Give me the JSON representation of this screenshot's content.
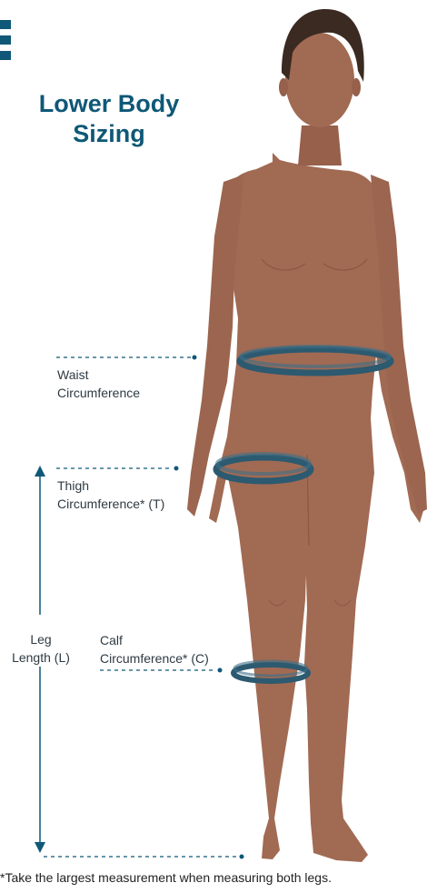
{
  "title": {
    "line1": "Lower Body",
    "line2": "Sizing"
  },
  "labels": {
    "waist": {
      "line1": "Waist",
      "line2": "Circumference"
    },
    "thigh": {
      "line1": "Thigh",
      "line2": "Circumference* (T)"
    },
    "calf": {
      "line1": "Calf",
      "line2": "Circumference* (C)"
    },
    "leg": {
      "line1": "Leg",
      "line2": "Length (L)"
    }
  },
  "footnote": "*Take the largest measurement when measuring both legs.",
  "colors": {
    "accent": "#0f5877",
    "skin": "#a16a53",
    "skin_shadow": "#8a5744",
    "hair": "#3a2a21",
    "band": "#3d6f87",
    "band_dark": "#2c5a70"
  }
}
